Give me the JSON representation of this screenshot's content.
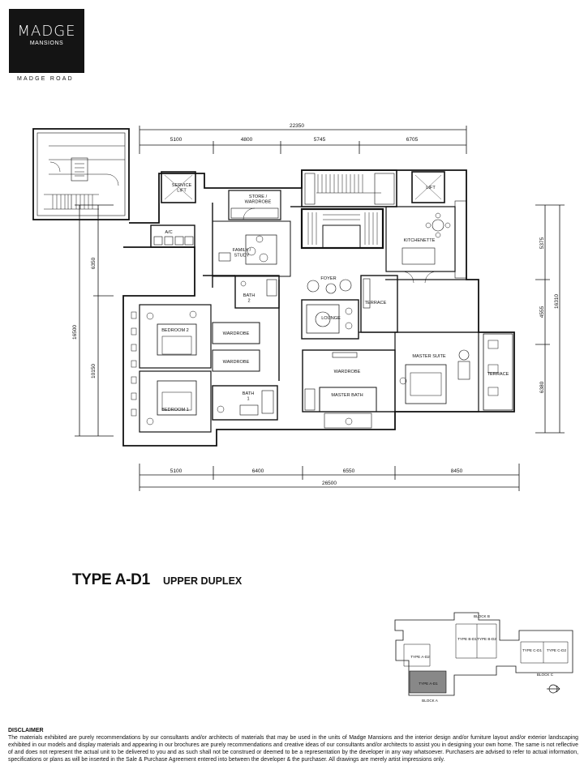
{
  "brand": {
    "name": "MADGE",
    "sub": "MANSIONS",
    "road": "MADGE ROAD"
  },
  "plan": {
    "rooms": {
      "service_lift": "SERVICE\nLIFT",
      "store_wardrobe": "STORE /\nWARDROBE",
      "lift": "LIFT",
      "ac": "A/C",
      "family_study": "FAMILY /\nSTUDY",
      "kitchenette": "KITCHENETTE",
      "foyer": "FOYER",
      "bath2": "BATH\n2",
      "terrace_upper": "TERRACE",
      "bedroom2": "BEDROOM 2",
      "wardrobe1": "WARDROBE",
      "lounge": "LOUNGE",
      "wardrobe2": "WARDROBE",
      "wardrobe_master": "WARDROBE",
      "master_suite": "MASTER SUITE",
      "terrace_right": "TERRACE",
      "bath1": "BATH\n1",
      "master_bath": "MASTER BATH",
      "bedroom1": "BEDROOM 1"
    },
    "dims": {
      "top_total": "22350",
      "top": [
        "5100",
        "4800",
        "5745",
        "6705"
      ],
      "bottom": [
        "5100",
        "6400",
        "6550",
        "8450"
      ],
      "bottom_total": "26500",
      "left_outer": "16500",
      "left_inner": [
        "6350",
        "10150"
      ],
      "right": [
        "5375",
        "4555",
        "6380"
      ],
      "right_total": "16310"
    }
  },
  "type": {
    "title": "TYPE A-D1",
    "subtitle": "UPPER DUPLEX"
  },
  "keyplan": {
    "labels": [
      "BLOCK B",
      "TYPE B-D1",
      "TYPE B-D2",
      "TYPE C-D1",
      "TYPE C-D2",
      "BLOCK C",
      "TYPE A-D2",
      "TYPE A-D1",
      "BLOCK A"
    ]
  },
  "disclaimer": {
    "heading": "DISCLAIMER",
    "body": "The materials exhibited are purely recommendations by our consultants and/or architects of materials that may be used in the units of Madge Mansions and the interior design and/or furniture layout and/or exterior landscaping exhibited in our models and display materials and appearing in our brochures are purely recommendations and creative ideas of our consultants and/or architects to assist you in designing your own home. The same is not reflective of and does not represent the actual unit to be delivered to you and as such shall not be construed or deemed to be a representation by the developer in any way whatsoever. Purchasers are advised to refer to actual information, specifications or plans as will be inserted in the Sale & Purchase Agreement entered into between the developer & the purchaser.  All drawings are merely artist impressions only."
  }
}
